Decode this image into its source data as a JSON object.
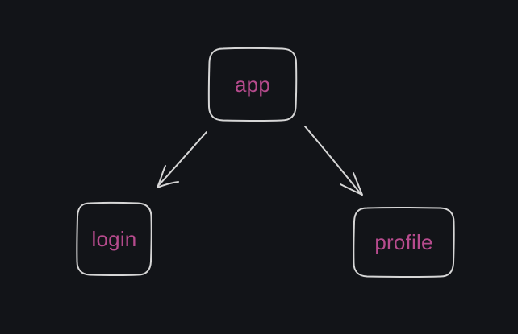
{
  "nodes": {
    "app": {
      "label": "app"
    },
    "login": {
      "label": "login"
    },
    "profile": {
      "label": "profile"
    }
  },
  "edges": [
    {
      "from": "app",
      "to": "login"
    },
    {
      "from": "app",
      "to": "profile"
    }
  ],
  "colors": {
    "background": "#121418",
    "stroke": "#d6d6d6",
    "label": "#b64b8d"
  }
}
